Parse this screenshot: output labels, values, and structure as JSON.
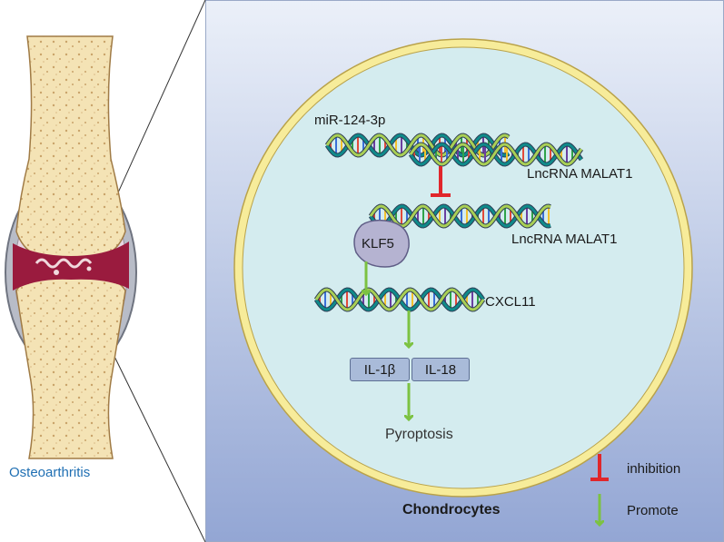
{
  "left_panel": {
    "title": "Osteoarthritis"
  },
  "cell": {
    "mirna_label": "miR-124-3p",
    "lncrna_top_label": "LncRNA MALAT1",
    "lncrna_mid_label": "LncRNA MALAT1",
    "tf_label": "KLF5",
    "gene_label": "CXCL11",
    "cytokine_1": "IL-1β",
    "cytokine_2": "IL-18",
    "outcome": "Pyroptosis",
    "cell_type": "Chondrocytes"
  },
  "legend": {
    "items": [
      {
        "symbol": "inhibition-symbol",
        "label": "inhibition"
      },
      {
        "symbol": "promote-arrow",
        "label": "Promote"
      }
    ]
  },
  "colors": {
    "inhibition": "#e0262b",
    "promote": "#7cc242",
    "bone": "#f4e3b5",
    "lesion": "#9a1b3e",
    "cell_membrane": "#f7ec9a",
    "cytoplasm": "#d4ecef",
    "panel_top": "#e8eef8",
    "panel_bottom": "#93a6d4",
    "box_fill": "#a9bbd9"
  }
}
